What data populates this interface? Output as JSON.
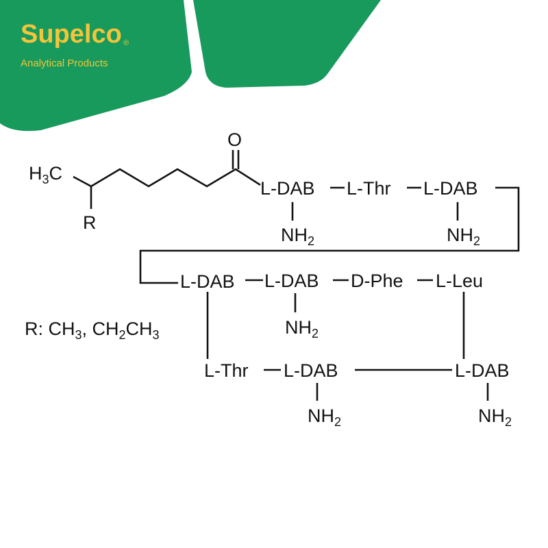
{
  "brand": {
    "name": "Supelco",
    "registered": "®",
    "tagline": "Analytical Products",
    "banner_color": "#179a5c",
    "text_color": "#f4c43a"
  },
  "molecule": {
    "methyl_group": {
      "prefix": "H",
      "sub": "3",
      "suffix": "C"
    },
    "r_group": "R",
    "carbonyl_oxygen": "O",
    "chain": {
      "row1": [
        "L-DAB",
        "L-Thr",
        "L-DAB"
      ],
      "row2": [
        "L-DAB",
        "L-DAB",
        "D-Phe",
        "L-Leu"
      ],
      "row3": [
        "L-Thr",
        "L-DAB",
        "L-DAB"
      ]
    },
    "amine": {
      "main": "NH",
      "sub": "2"
    }
  },
  "legend": {
    "prefix": "R: CH",
    "sub1": "3",
    "middle": ", CH",
    "sub2": "2",
    "middle2": "CH",
    "sub3": "3"
  }
}
